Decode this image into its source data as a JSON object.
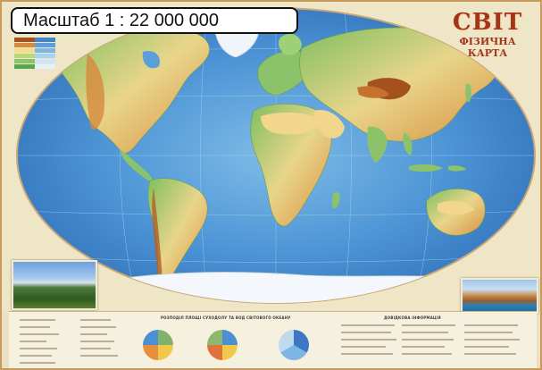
{
  "scale_label": "Масштаб 1 : 22 000 000",
  "title": {
    "main": "СВІТ",
    "sub_line1": "ФІЗИЧНА",
    "sub_line2": "КАРТА"
  },
  "bottom_panel": {
    "center_heading": "РОЗПОДІЛ ПЛОЩІ СУХОДОЛУ ТА ВОД СВІТОВОГО ОКЕАНУ",
    "right_heading": "ДОВІДКОВА ІНФОРМАЦІЯ"
  },
  "colors": {
    "ocean_deep": "#3f86cf",
    "ocean_shallow": "#8fc6ea",
    "lowland": "#8cc36a",
    "upland": "#f3dc8a",
    "mountain": "#d9893f",
    "high_mountain": "#a5511e",
    "ice": "#f4f7fb",
    "title_red": "#a33519"
  },
  "pies": [
    {
      "colors": [
        "#7fb26b",
        "#f2c84b",
        "#e58f3f",
        "#4c8fd2"
      ]
    },
    {
      "colors": [
        "#4c8fd2",
        "#f2c84b",
        "#e2723b",
        "#8db96f"
      ]
    },
    {
      "colors": [
        "#3e78c4",
        "#7db6e3",
        "#c0d9ee"
      ]
    }
  ]
}
